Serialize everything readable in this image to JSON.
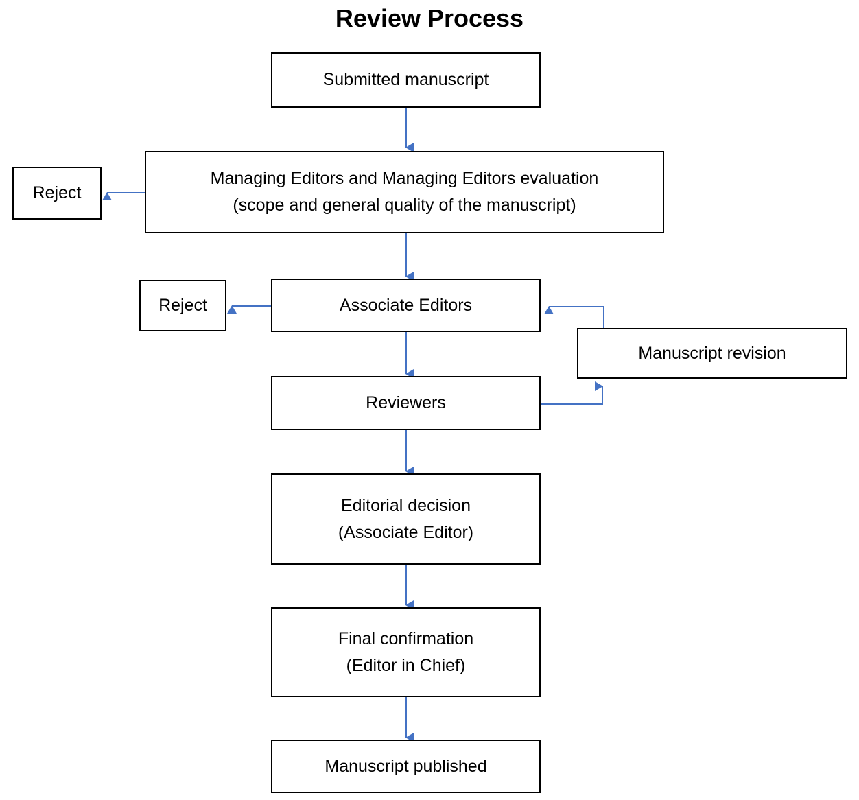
{
  "diagram": {
    "title": "Review Process",
    "accent_color": "#4472C4",
    "box_border_color": "#000000",
    "background_color": "#FFFFFF",
    "nodes": [
      {
        "id": "submitted",
        "label": "Submitted manuscript",
        "label2": ""
      },
      {
        "id": "managing",
        "label": "Managing Editors and Managing Editors evaluation",
        "label2": "(scope and general quality of the manuscript)"
      },
      {
        "id": "reject1",
        "label": "Reject",
        "label2": ""
      },
      {
        "id": "associate",
        "label": "Associate Editors",
        "label2": ""
      },
      {
        "id": "reject2",
        "label": "Reject",
        "label2": ""
      },
      {
        "id": "revision",
        "label": "Manuscript revision",
        "label2": ""
      },
      {
        "id": "reviewers",
        "label": "Reviewers",
        "label2": ""
      },
      {
        "id": "decision",
        "label": "Editorial decision",
        "label2": "(Associate Editor)"
      },
      {
        "id": "final",
        "label": "Final confirmation",
        "label2": "(Editor in Chief)"
      },
      {
        "id": "published",
        "label": "Manuscript published",
        "label2": ""
      }
    ],
    "edges": [
      {
        "from": "submitted",
        "to": "managing",
        "direction": "down"
      },
      {
        "from": "managing",
        "to": "reject1",
        "direction": "left"
      },
      {
        "from": "managing",
        "to": "associate",
        "direction": "down"
      },
      {
        "from": "associate",
        "to": "reject2",
        "direction": "left"
      },
      {
        "from": "associate",
        "to": "reviewers",
        "direction": "down"
      },
      {
        "from": "reviewers",
        "to": "revision",
        "direction": "right-up"
      },
      {
        "from": "revision",
        "to": "associate",
        "direction": "up-left"
      },
      {
        "from": "reviewers",
        "to": "decision",
        "direction": "down"
      },
      {
        "from": "decision",
        "to": "final",
        "direction": "down"
      },
      {
        "from": "final",
        "to": "published",
        "direction": "down"
      }
    ]
  }
}
